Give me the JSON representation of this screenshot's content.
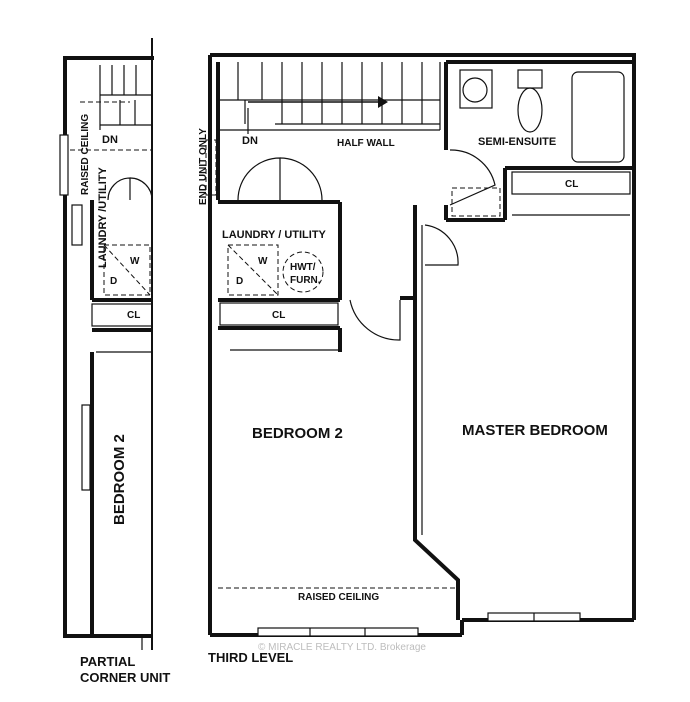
{
  "labels": {
    "dn_left": "DN",
    "raised_ceiling_left": "RAISED CEILING",
    "laundry_left": "LAUNDRY /UTILITY",
    "w_left": "W",
    "d_left": "D",
    "cl_left": "CL",
    "bedroom2_left": "BEDROOM 2",
    "end_unit_only": "END UNIT ONLY",
    "dn_main": "DN",
    "half_wall": "HALF WALL",
    "semi_ensuite": "SEMI-ENSUITE",
    "cl_ensuite": "CL",
    "laundry_main": "LAUNDRY / UTILITY",
    "w_main": "W",
    "d_main": "D",
    "hwt": "HWT/",
    "furn": "FURN.",
    "cl_main": "CL",
    "bedroom2_main": "BEDROOM 2",
    "master_bedroom": "MASTER BEDROOM",
    "raised_ceiling_main": "RAISED CEILING"
  },
  "footer": {
    "partial": "PARTIAL",
    "corner_unit": "CORNER UNIT",
    "third_level": "THIRD LEVEL"
  },
  "watermark": "© MIRACLE REALTY LTD. Brokerage"
}
